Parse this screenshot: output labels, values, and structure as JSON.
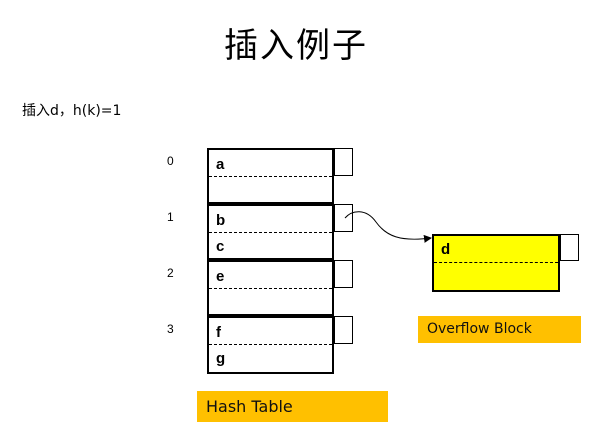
{
  "title": "插入例子",
  "subtitle": "插入d，h(k)=1",
  "hash_table": {
    "label": "Hash Table",
    "indices": [
      "0",
      "1",
      "2",
      "3"
    ],
    "buckets": [
      {
        "slot1": "a",
        "slot2": ""
      },
      {
        "slot1": "b",
        "slot2": "c"
      },
      {
        "slot1": "e",
        "slot2": ""
      },
      {
        "slot1": "f",
        "slot2": "g"
      }
    ]
  },
  "overflow": {
    "label": "Overflow Block",
    "slot1": "d",
    "slot2": ""
  },
  "colors": {
    "caption_background": "#ffc000",
    "overflow_fill": "#ffff00"
  }
}
